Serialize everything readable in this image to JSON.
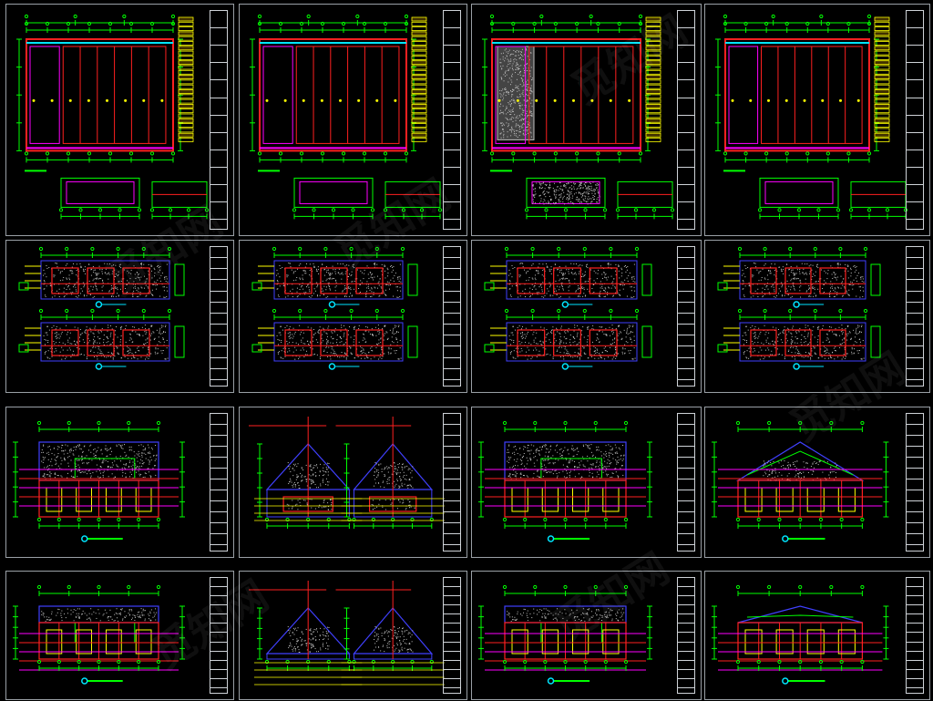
{
  "viewer": {
    "background": "#000000",
    "sheet_border": "#9aa0a6"
  },
  "layers": {
    "dimension": "#00ff00",
    "wall": "#ff2020",
    "partition": "#ff00ff",
    "annotation": "#ffff00",
    "outline": "#4040ff",
    "hatch": "#c0c0c0",
    "marker": "#00e5ff"
  },
  "rows": [
    {
      "kind": "floor-plan",
      "sheets": 4
    },
    {
      "kind": "interior-elevation",
      "sheets": 4
    },
    {
      "kind": "gable-elevation",
      "sheets": 4
    },
    {
      "kind": "gable-elevation",
      "sheets": 4
    }
  ],
  "watermark": {
    "text": "觅知网"
  }
}
